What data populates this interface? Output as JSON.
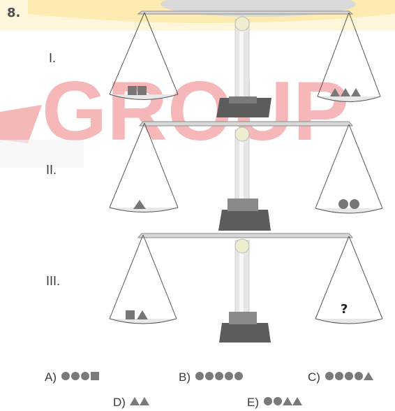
{
  "question_number": "8.",
  "watermark_text": "GROUP",
  "scales": [
    {
      "label": "I.",
      "left_pan": [
        "square",
        "square"
      ],
      "right_pan": [
        "triangle",
        "triangle",
        "triangle"
      ]
    },
    {
      "label": "II.",
      "left_pan": [
        "triangle"
      ],
      "right_pan": [
        "circle",
        "circle"
      ]
    },
    {
      "label": "III.",
      "left_pan": [
        "square",
        "triangle"
      ],
      "right_pan_text": "?"
    }
  ],
  "options": [
    {
      "letter": "A)",
      "shapes": [
        "circle",
        "circle",
        "circle",
        "square"
      ]
    },
    {
      "letter": "B)",
      "shapes": [
        "circle",
        "circle",
        "circle",
        "circle",
        "circle"
      ]
    },
    {
      "letter": "C)",
      "shapes": [
        "circle",
        "circle",
        "circle",
        "circle",
        "triangle"
      ]
    },
    {
      "letter": "D)",
      "shapes": [
        "triangle",
        "triangle"
      ]
    },
    {
      "letter": "E)",
      "shapes": [
        "circle",
        "circle",
        "triangle",
        "triangle"
      ]
    }
  ],
  "colors": {
    "shape": "#7a7a7a",
    "watermark": "#f0a0a0",
    "header_band": "#fde7a6"
  }
}
